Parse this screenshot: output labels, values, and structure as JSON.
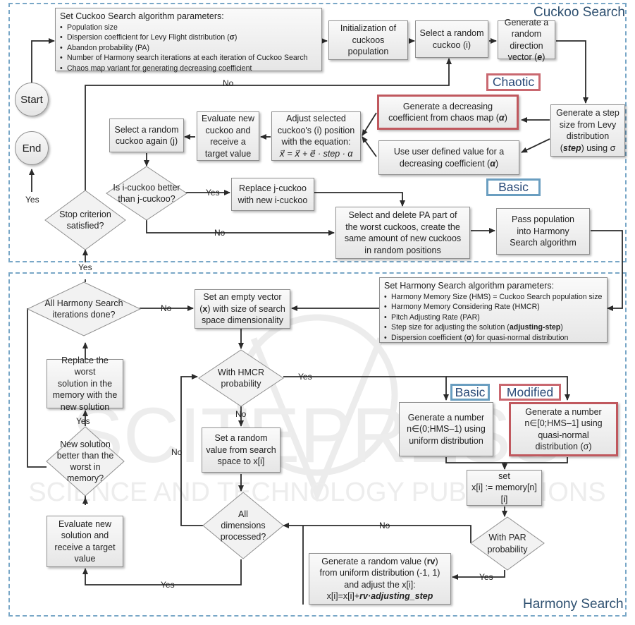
{
  "regions": {
    "cuckoo_title": "Cuckoo Search",
    "harmony_title": "Harmony Search"
  },
  "watermark": {
    "line1": "SCITEPRESS",
    "line2": "SCIENCE AND TECHNOLOGY PUBLICATIONS"
  },
  "cuckoo": {
    "params_title": "Set Cuckoo Search algorithm parameters:",
    "params": [
      {
        "pre": "Population size",
        "bold": "",
        "post": ""
      },
      {
        "pre": "Dispersion coefficient for Levy Flight distribution (",
        "bold": "σ",
        "post": ")"
      },
      {
        "pre": "Abandon probability (PA)",
        "bold": "",
        "post": ""
      },
      {
        "pre": "Number of Harmony search iterations at each iteration of Cuckoo Search",
        "bold": "",
        "post": ""
      },
      {
        "pre": "Chaos map variant for generating decreasing coefficient",
        "bold": "",
        "post": ""
      }
    ],
    "start": "Start",
    "end": "End",
    "init": [
      "Initialization of",
      "cuckoos",
      "population"
    ],
    "select_random": [
      "Select a random",
      "cuckoo (i)"
    ],
    "gen_direction": {
      "l1": "Generate a",
      "l2": "random direction",
      "l3_pre": "vector (",
      "l3_bold": "e",
      "l3_post": ")"
    },
    "gen_step": {
      "l1": "Generate a step",
      "l2": "size from Levy",
      "l3": "distribution",
      "l4_pre": "(",
      "l4_bold": "step",
      "l4_post": ") using σ"
    },
    "gen_decr": {
      "l1": "Generate a decreasing",
      "l2_pre": "coefficient from chaos map (",
      "l2_bold": "α",
      "l2_post": ")"
    },
    "user_decr": {
      "l1": "Use user defined value for a",
      "l2_pre": "decreasing coefficient (",
      "l2_bold": "α",
      "l2_post": ")"
    },
    "adjust_pos": [
      "Adjust selected",
      "cuckoo's (i) position",
      "with the equation:",
      "x⃗ = x⃗ + e⃗ · step · α"
    ],
    "eval_new": [
      "Evaluate new",
      "cuckoo and",
      "receive a",
      "target value"
    ],
    "select_again": [
      "Select a random",
      "cuckoo again (j)"
    ],
    "i_better": [
      "Is i-cuckoo better",
      "than j-cuckoo?"
    ],
    "replace_j": [
      "Replace j-cuckoo",
      "with new i-cuckoo"
    ],
    "select_delete": [
      "Select and delete PA part of",
      "the worst cuckoos, create the",
      "same amount of new cuckoos",
      "in random positions"
    ],
    "pass_pop": [
      "Pass population",
      "into Harmony",
      "Search algorithm"
    ],
    "stop_criterion": [
      "Stop criterion",
      "satisfied?"
    ]
  },
  "tags": {
    "chaotic": "Chaotic",
    "basic_top": "Basic",
    "basic_bottom": "Basic",
    "modified": "Modified"
  },
  "harmony": {
    "params_title": "Set Harmony Search algorithm parameters:",
    "params": [
      {
        "pre": "Harmony Memory Size (HMS) = Cuckoo Search population size",
        "bold": "",
        "post": ""
      },
      {
        "pre": "Harmony Memory Considering Rate (HMCR)",
        "bold": "",
        "post": ""
      },
      {
        "pre": "Pitch Adjusting Rate (PAR)",
        "bold": "",
        "post": ""
      },
      {
        "pre": "Step size for adjusting the solution (",
        "bold": "adjusting-step",
        "post": ")"
      },
      {
        "pre": "Dispersion coefficient (",
        "bold": "σ",
        "post": ") for quasi-normal distribution"
      }
    ],
    "all_done": [
      "All Harmony Search",
      "iterations done?"
    ],
    "empty_vec": {
      "l1": "Set an empty vector",
      "l2_pre": "(",
      "l2_bold": "x",
      "l2_post": ") with size of search",
      "l3": "space dimensionality"
    },
    "hmcr": [
      "With HMCR",
      "probability"
    ],
    "replace_worst": [
      "Replace the worst",
      "solution in the",
      "memory with the",
      "new solution"
    ],
    "new_better": [
      "New solution",
      "better than the",
      "worst in",
      "memory?"
    ],
    "set_random": [
      "Set a random",
      "value from search",
      "space to x[i]"
    ],
    "gen_uniform": [
      "Generate a number",
      "n∈(0;HMS–1) using",
      "uniform distribution"
    ],
    "gen_quasi": [
      "Generate a number",
      "n∈[0;HMS–1] using",
      "quasi-normal",
      "distribution (σ)"
    ],
    "set_mem": [
      "set",
      "x[i] := memory[n][i]"
    ],
    "all_dims": [
      "All",
      "dimensions",
      "processed?"
    ],
    "par": [
      "With PAR",
      "probability"
    ],
    "eval_solution": [
      "Evaluate new",
      "solution and",
      "receive a target",
      "value"
    ],
    "gen_rv": {
      "l1_pre": "Generate a random value (",
      "l1_bold": "rv",
      "l1_post": ")",
      "l2": "from uniform distribution (-1, 1)",
      "l3": "and adjust the x[i]:",
      "l4_pre": "x[i]=x[i]+",
      "l4_bold": "rv·adjusting_step"
    }
  },
  "labels": {
    "no_stop": "No",
    "yes_stop": "Yes",
    "yes_better": "Yes",
    "no_better": "No",
    "yes_iter": "Yes",
    "no_iter": "No",
    "yes_hmcr": "Yes",
    "no_hmcr": "No",
    "yes_newbetter": "Yes",
    "no_dims": "No",
    "yes_dims": "Yes",
    "no_par": "No",
    "yes_par": "Yes"
  }
}
